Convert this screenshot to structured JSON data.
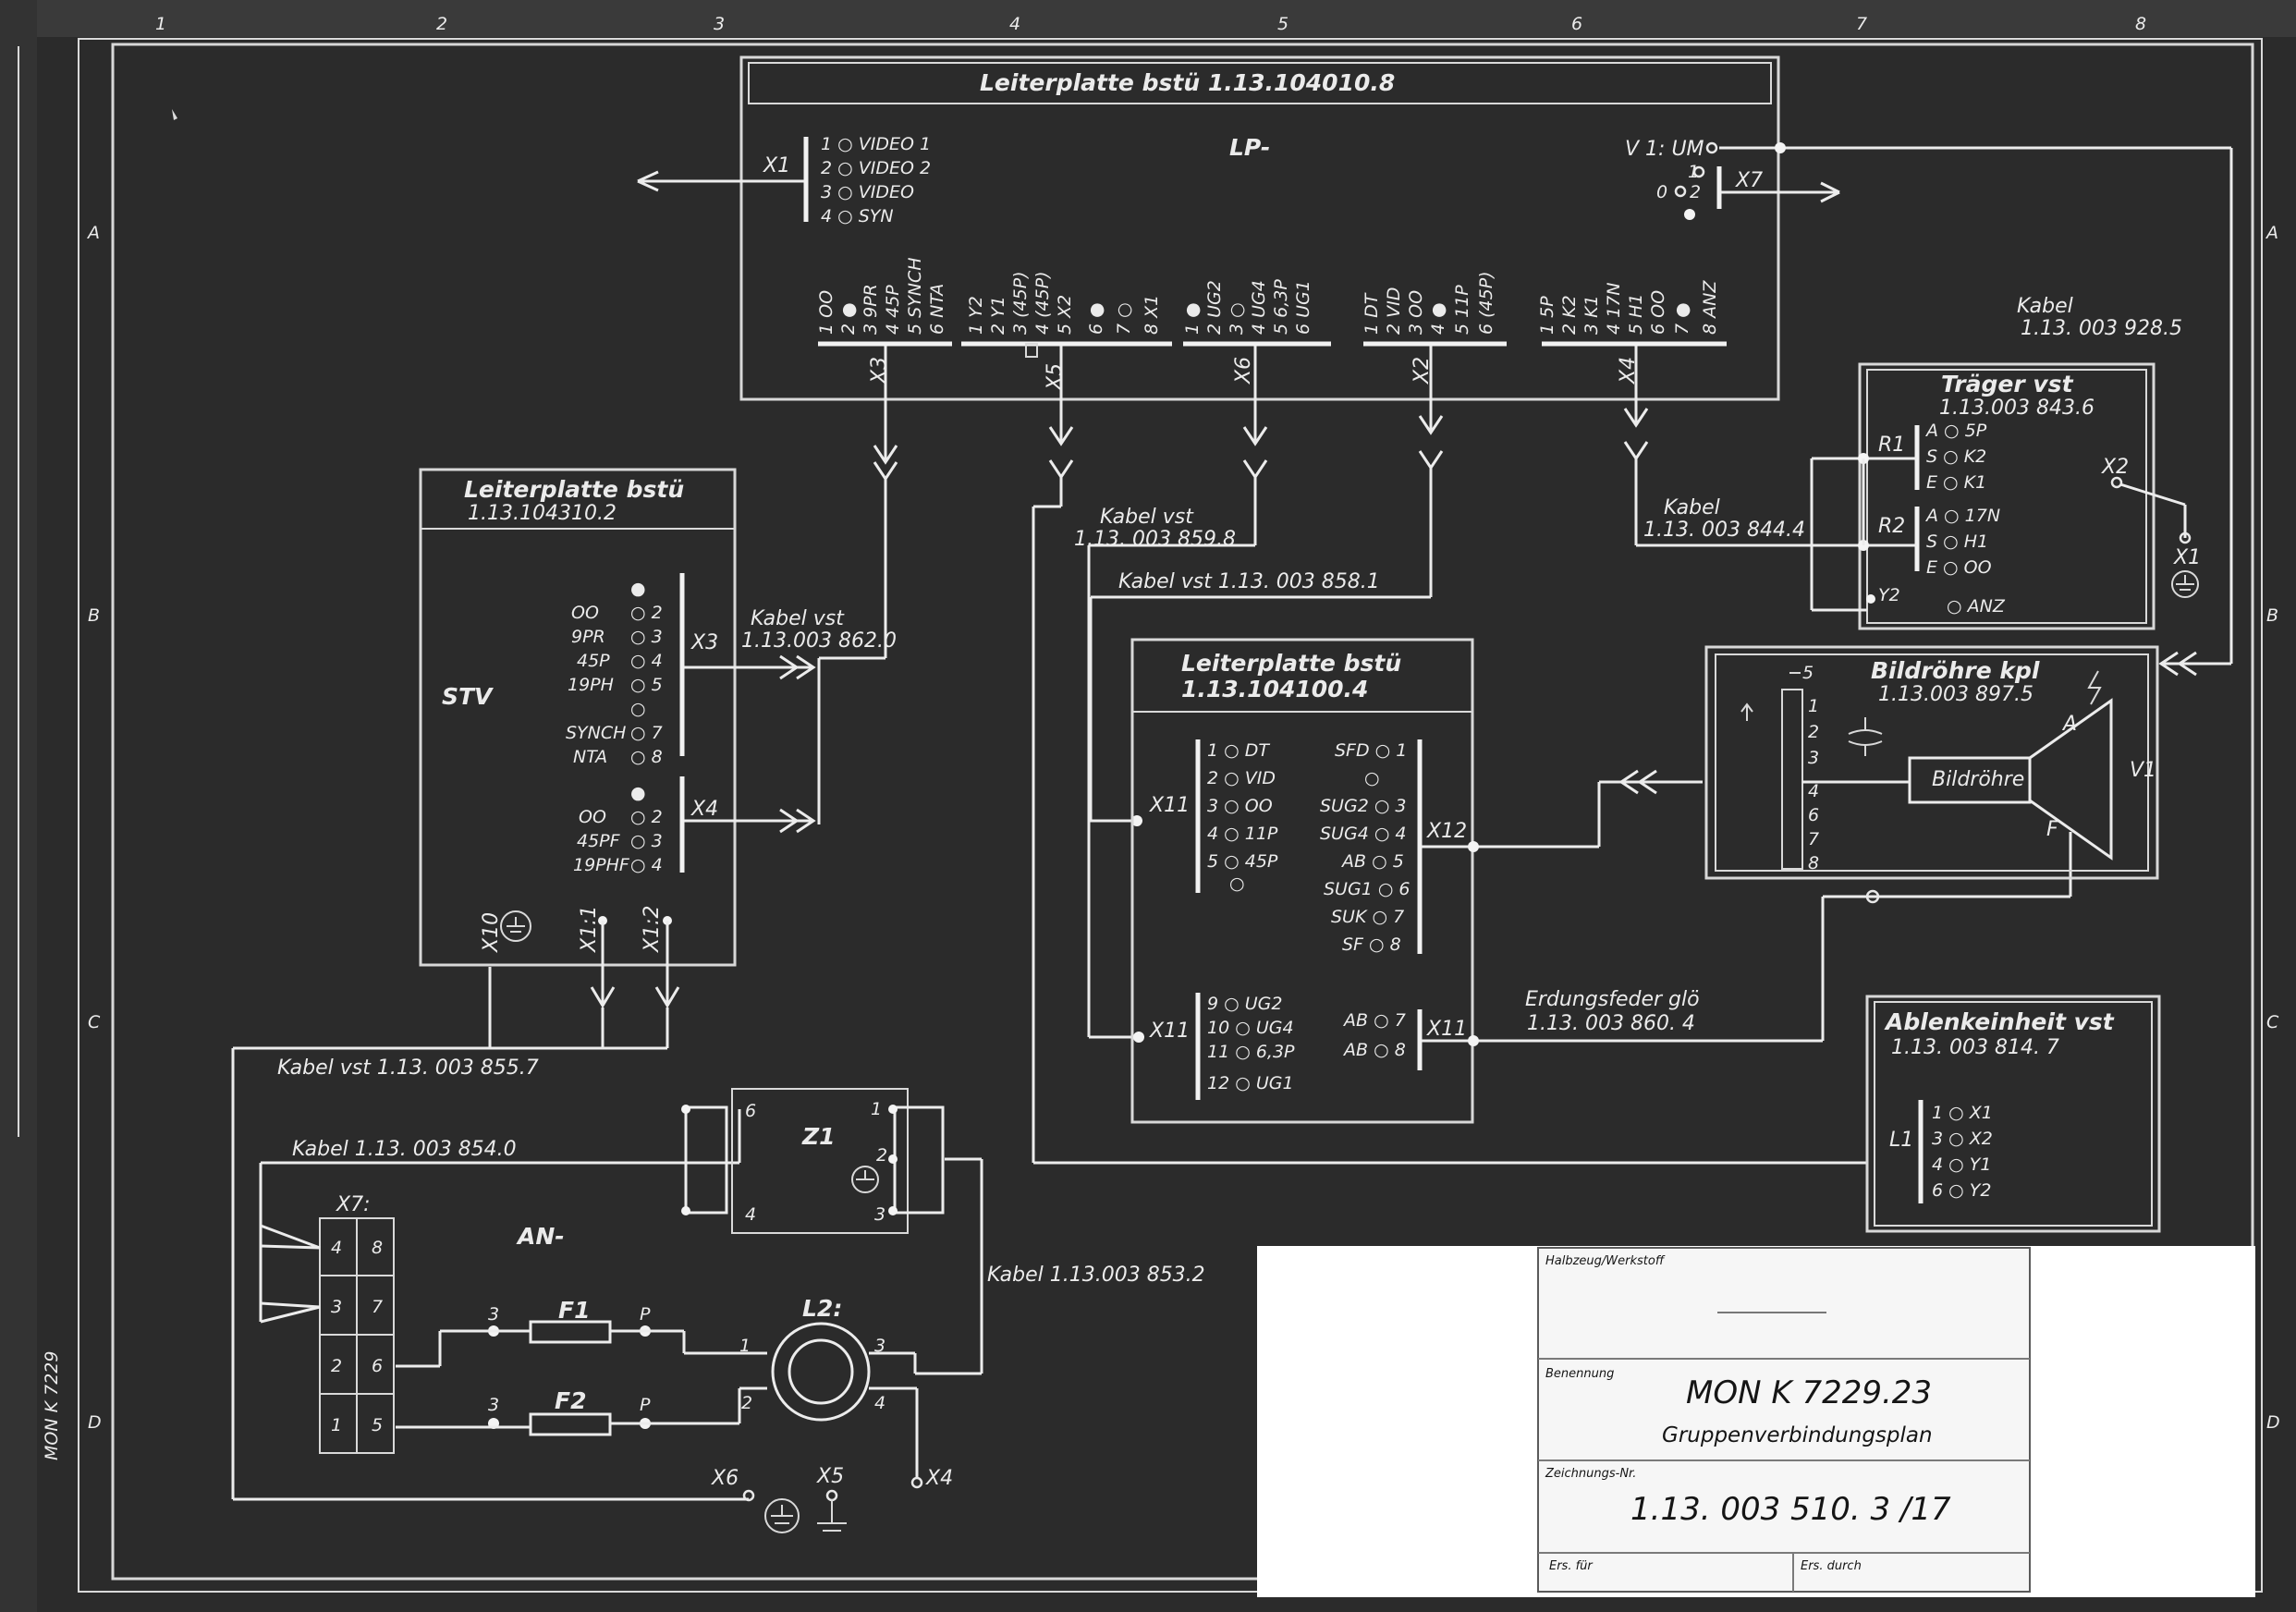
{
  "grid": {
    "columns": [
      "1",
      "2",
      "3",
      "4",
      "5",
      "6",
      "7",
      "8"
    ],
    "rows": [
      "A",
      "B",
      "C",
      "D"
    ]
  },
  "lp_board": {
    "title": "Leiterplatte bstü   1.13.104010.8",
    "label": "LP-",
    "x1": {
      "name": "X1",
      "pins": [
        "1 ○ VIDEO 1",
        "2 ○ VIDEO 2",
        "3 ○ VIDEO",
        "4 ○ SYN"
      ]
    },
    "v1": "V 1: UM",
    "x7": {
      "name": "X7",
      "pins": [
        "1",
        "2"
      ],
      "zero": "0"
    },
    "x3": {
      "name": "X3",
      "pins": [
        "1  OO",
        "2  ●",
        "3  9PR",
        "4  45P",
        "5  SYNCH",
        "6  NTA"
      ]
    },
    "x5": {
      "name": "X5",
      "pins": [
        "1  Y2",
        "2  Y1",
        "3  (45P)",
        "4  (45P)",
        "5  X2",
        "6  ●",
        "7  ○",
        "8  X1"
      ]
    },
    "x6": {
      "name": "X6",
      "pins": [
        "1  ●",
        "2  UG2",
        "3  ○",
        "4  UG4",
        "5  6,3P",
        "6  UG1"
      ]
    },
    "x2": {
      "name": "X2",
      "pins": [
        "1  DT",
        "2  VID",
        "3  OO",
        "4  ●",
        "5  11P",
        "6  (45P)"
      ]
    },
    "x4": {
      "name": "X4",
      "pins": [
        "1  5P",
        "2  K2",
        "3  K1",
        "4  17N",
        "5  H1",
        "6  OO",
        "7  ●",
        "8  ANZ"
      ]
    }
  },
  "stv_board": {
    "title": "Leiterplatte bstü",
    "number": "1.13.104310.2",
    "label": "STV",
    "x3": {
      "name": "X3",
      "pins": [
        [
          "",
          "●"
        ],
        [
          "OO",
          "○ 2"
        ],
        [
          "9PR",
          "○ 3"
        ],
        [
          "45P",
          "○ 4"
        ],
        [
          "19PH",
          "○ 5"
        ],
        [
          "",
          "○"
        ],
        [
          "SYNCH",
          "○ 7"
        ],
        [
          "NTA",
          "○ 8"
        ]
      ]
    },
    "x4": {
      "name": "X4",
      "pins": [
        [
          "",
          "●"
        ],
        [
          "OO",
          "○ 2"
        ],
        [
          "45PF",
          "○ 3"
        ],
        [
          "19PHF",
          "○ 4"
        ]
      ]
    },
    "bottom": [
      "X10",
      "X1:1",
      "X1:2"
    ]
  },
  "mid_board": {
    "title": "Leiterplatte bstü",
    "number": "1.13.104100.4",
    "left_pins": [
      "1 ○ DT",
      "2 ○ VID",
      "3 ○ OO",
      "4 ○ 11P",
      "5 ○ 45P",
      "○"
    ],
    "right_pins": [
      "SFD ○ 1",
      "○",
      "SUG2 ○ 3",
      "SUG4 ○ 4",
      "AB ○ 5",
      "SUG1 ○ 6",
      "SUK ○ 7",
      "SF ○ 8"
    ],
    "x11_top": "X11",
    "x12": "X12",
    "x11_bottom": "X11",
    "x11_right": "X11",
    "lower_left_pins": [
      "9 ○ UG2",
      "10 ○ UG4",
      "11 ○ 6,3P",
      "12 ○ UG1"
    ],
    "lower_right_pins": [
      "AB ○ 7",
      "AB ○ 8"
    ]
  },
  "traeger": {
    "title": "Träger vst",
    "number": "1.13.003 843.6",
    "r1": {
      "name": "R1",
      "pins": [
        "A ○ 5P",
        "S ○ K2",
        "E ○ K1"
      ]
    },
    "r2": {
      "name": "R2",
      "pins": [
        "A ○ 17N",
        "S ○ H1",
        "E ○ OO"
      ]
    },
    "y2": "Y2",
    "anz": "○ ANZ",
    "x2": "X2",
    "x1": "X1"
  },
  "bildroehre": {
    "title": "Bildröhre kpl",
    "number": "1.13.003 897.5",
    "tube": "Bildröhre",
    "v1": "V1",
    "a": "A",
    "f": "F",
    "pins": [
      "5",
      "1",
      "2",
      "3",
      "4",
      "6",
      "7",
      "8"
    ]
  },
  "ablenk": {
    "title": "Ablenkeinheit  vst",
    "number": "1.13. 003 814. 7",
    "l1": "L1",
    "pins": [
      "1 ○ X1",
      "3 ○ X2",
      "4 ○ Y1",
      "6 ○ Y2"
    ]
  },
  "power": {
    "label": "AN-",
    "x7": "X7:",
    "z1": "Z1",
    "z1_pins": [
      "6",
      "4",
      "1",
      "2",
      "3"
    ],
    "x7_pins_left": [
      "4",
      "3",
      "2",
      "1"
    ],
    "x7_pins_right": [
      "8",
      "7",
      "6",
      "5"
    ],
    "f1": "F1",
    "f2": "F2",
    "f_pins": [
      "3",
      "P",
      "3",
      "P"
    ],
    "l2": "L2:",
    "l2_pins": [
      "1",
      "3",
      "2",
      "4"
    ],
    "x6": "X6",
    "x5": "X5",
    "x4": "X4"
  },
  "cables": {
    "c9285": [
      "Kabel",
      "1.13. 003 928.5"
    ],
    "c8444": [
      "Kabel",
      "1.13. 003 844.4"
    ],
    "c8598": [
      "Kabel vst",
      "1.13. 003 859.8"
    ],
    "c8581": "Kabel  vst  1.13. 003 858.1",
    "c8620": [
      "Kabel vst",
      "1.13.003 862.0"
    ],
    "c8557": "Kabel  vst   1.13. 003 855.7",
    "c8540": "Kabel   1.13. 003 854.0",
    "c8532": "Kabel 1.13.003 853.2",
    "erdung": [
      "Erdungsfeder  glö",
      "1.13. 003 860. 4"
    ]
  },
  "title_block": {
    "material_label": "Halbzeug/Werkstoff",
    "name_label": "Benennung",
    "title": "MON K 7229.23",
    "subtitle": "Gruppenverbindungsplan",
    "drawing_label": "Zeichnungs-Nr.",
    "drawing_no": "1.13. 003 510. 3 /17",
    "ers_fuer": "Ers. für",
    "ers_durch": "Ers. durch"
  },
  "side_note": "MON K 7229"
}
